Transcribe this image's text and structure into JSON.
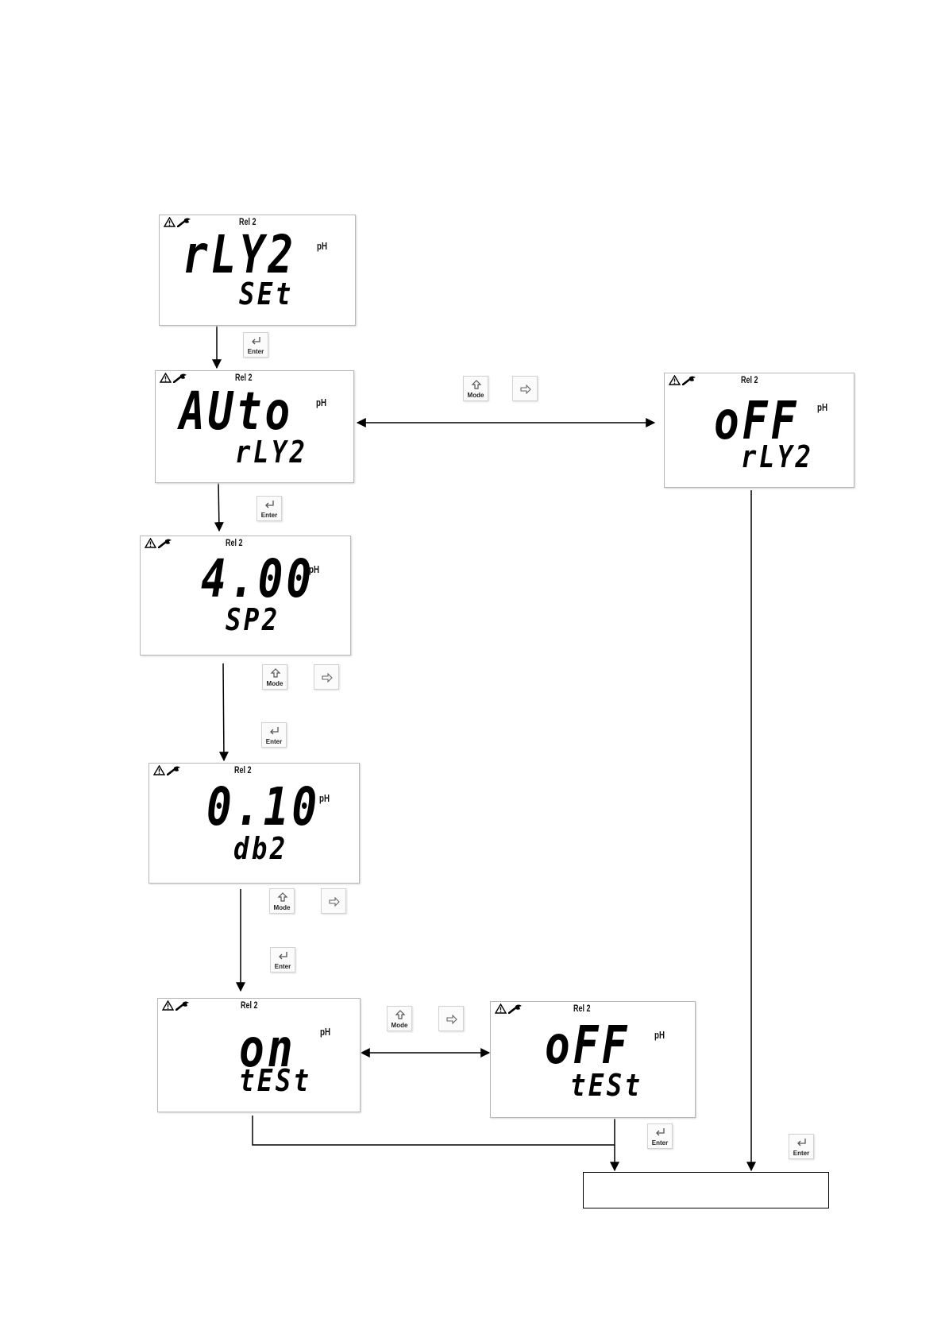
{
  "displays": [
    {
      "id": "rly2-set",
      "rel": "Rel 2",
      "main": "rLY2",
      "sub": "SEt",
      "unit": "pH"
    },
    {
      "id": "auto-rly2",
      "rel": "Rel 2",
      "main": "AUto",
      "sub": "rLY2",
      "unit": "pH"
    },
    {
      "id": "off-rly2",
      "rel": "Rel 2",
      "main": "oFF",
      "sub": "rLY2",
      "unit": "pH"
    },
    {
      "id": "sp2",
      "rel": "Rel 2",
      "main": "4.00",
      "sub": "SP2",
      "unit": "pH"
    },
    {
      "id": "db2",
      "rel": "Rel 2",
      "main": "0.10",
      "sub": "db2",
      "unit": "pH"
    },
    {
      "id": "on-test",
      "rel": "Rel 2",
      "main": "on",
      "sub": "tESt",
      "unit": "pH"
    },
    {
      "id": "off-test",
      "rel": "Rel 2",
      "main": "oFF",
      "sub": "tESt",
      "unit": "pH"
    }
  ],
  "keys": {
    "enter_label": "Enter",
    "mode_label": "Mode"
  },
  "icons": {
    "warning": "warning-triangle-icon",
    "wrench": "wrench-icon",
    "enter": "enter-arrow-icon",
    "mode": "mode-up-arrow-icon",
    "shift": "right-arrow-icon"
  },
  "colors": {
    "line": "#000000",
    "lcd_border": "#b8b8b8",
    "key_border": "#d2d2d2"
  },
  "result_box": {
    "text": ""
  }
}
